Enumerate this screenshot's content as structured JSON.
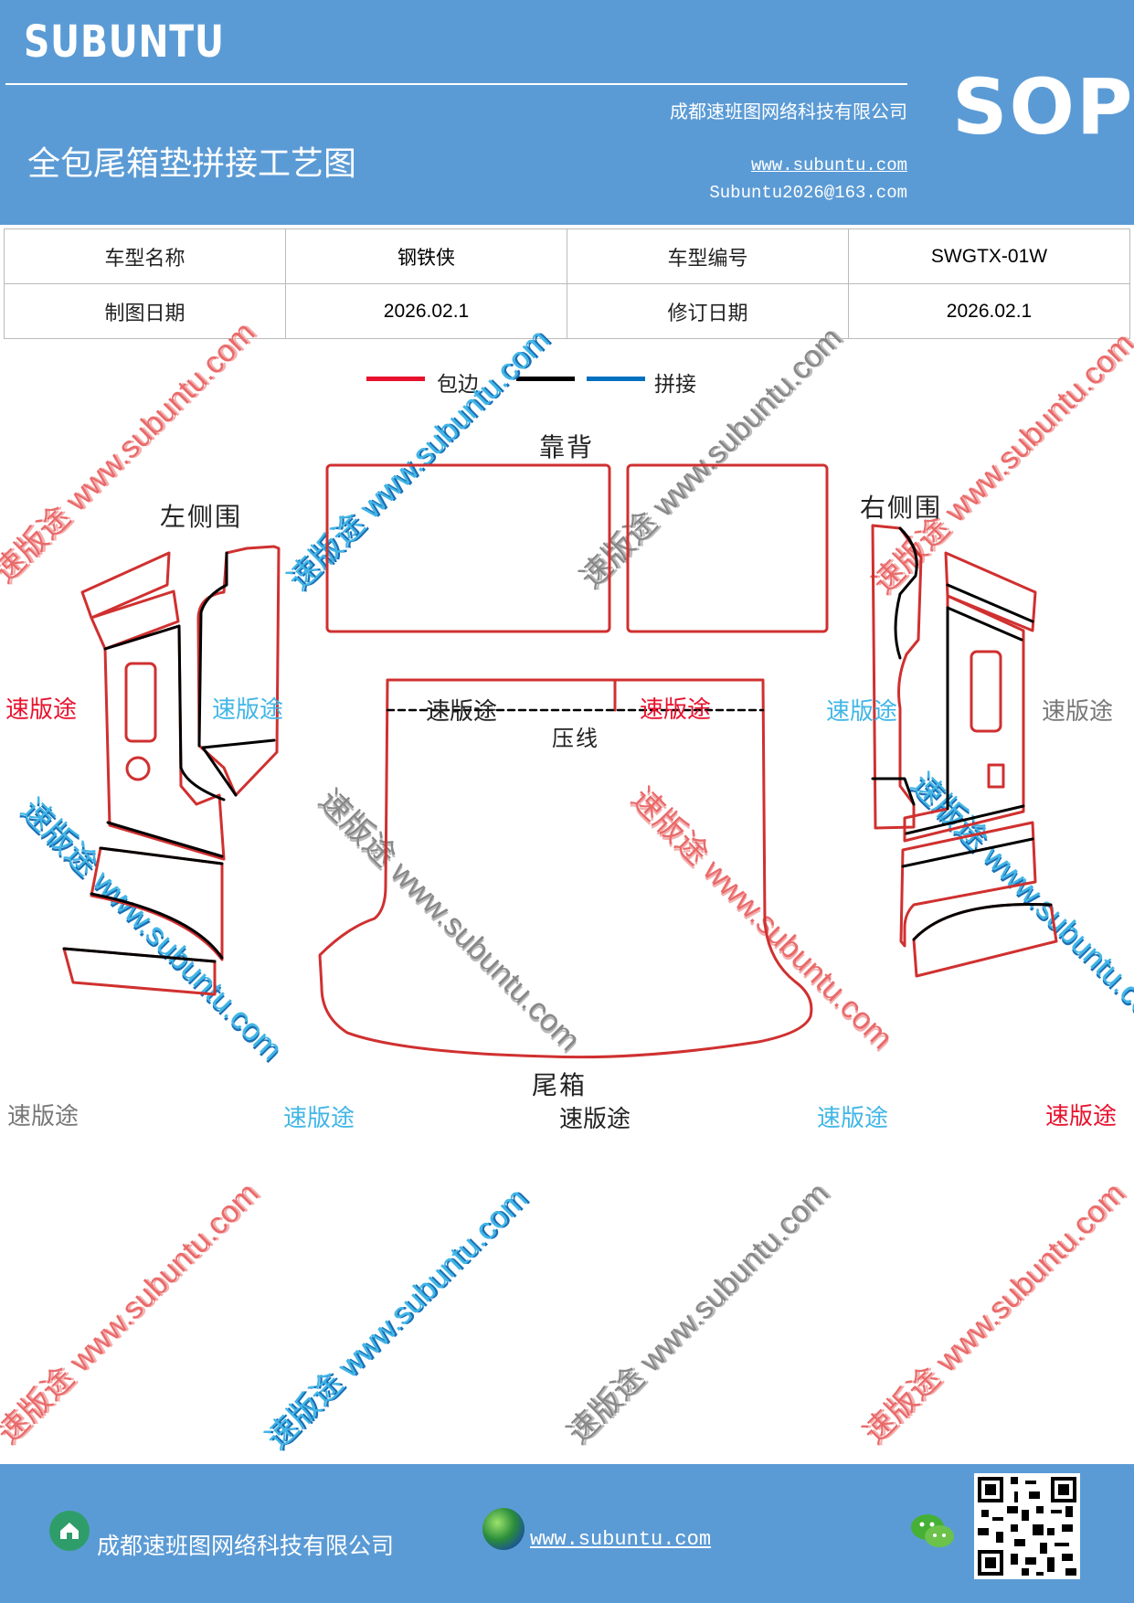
{
  "header": {
    "brand": "SUBUNTU",
    "company": "成都速班图网络科技有限公司",
    "title": "全包尾箱垫拼接工艺图",
    "url": "www.subuntu.com",
    "email": "Subuntu2026@163.com",
    "sop": "SOP",
    "color": "#5b9bd5"
  },
  "info_table": {
    "rows": [
      [
        "车型名称",
        "钢铁侠",
        "车型编号",
        "SWGTX-01W"
      ],
      [
        "制图日期",
        "2026.02.1",
        "修订日期",
        "2026.02.1"
      ]
    ]
  },
  "legend": {
    "items": [
      {
        "color": "#e8112d",
        "label": "包边"
      },
      {
        "color": "#000000",
        "label": ""
      },
      {
        "color": "#0070c0",
        "label": "拼接"
      }
    ]
  },
  "diagram": {
    "labels": {
      "back": "靠背",
      "left_side": "左侧围",
      "right_side": "右侧围",
      "press_line": "压线",
      "trunk": "尾箱"
    },
    "outline_color": "#d03030",
    "seam_color": "#000000"
  },
  "watermarks": {
    "brand_text": "速版途",
    "site_text": "速版途 www.subuntu.com"
  },
  "footer": {
    "company": "成都速班图网络科技有限公司",
    "url": "www.subuntu.com",
    "icons": [
      "home-icon",
      "globe-icon",
      "wechat-icon",
      "qr-code"
    ]
  }
}
